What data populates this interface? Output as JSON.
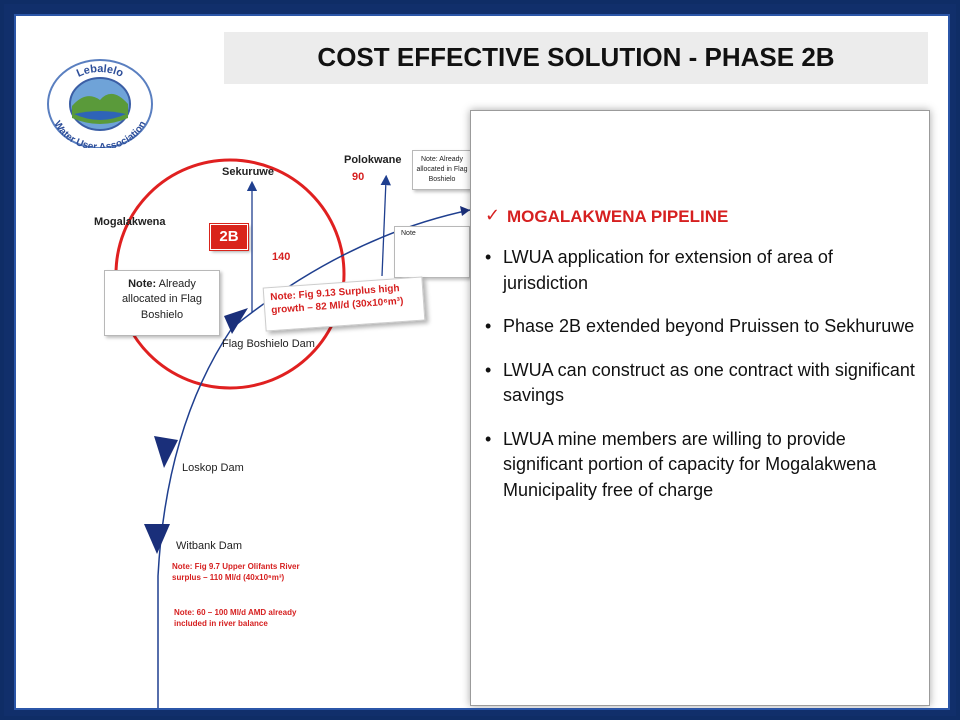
{
  "title": "COST EFFECTIVE SOLUTION - PHASE 2B",
  "logo": {
    "text_top": "Lebalelo",
    "text_bottom": "Water User Association"
  },
  "map": {
    "sekuruwe": "Sekuruwe",
    "mogalakwena": "Mogalakwena",
    "polokwane": "Polokwane",
    "polokwane_value": "90",
    "value_140": "140",
    "tag_2b": "2B",
    "note_flag_label": "Note:",
    "note_flag_text": "Already allocated in Flag Boshielo",
    "note_polokwane": "Note: Already allocated in Flag Boshielo",
    "note_truncated": "Note",
    "surplus_note": "Note: Fig 9.13  Surplus high growth – 82 Ml/d (30x10⁶m³)",
    "flag_dam": "Flag Boshielo Dam",
    "loskop_dam": "Loskop Dam",
    "witbank_dam": "Witbank Dam",
    "note_witbank_1": "Note: Fig 9.7  Upper Olifants River surplus – 110 Ml/d (40x10⁶m³)",
    "note_witbank_2": "Note:  60 – 100 Ml/d AMD already included in river balance"
  },
  "panel": {
    "heading": "MOGALAKWENA PIPELINE",
    "bullets": [
      "LWUA application for extension of area of jurisdiction",
      "Phase 2B extended beyond Pruissen to Sekhuruwe",
      "LWUA can construct as one contract with significant savings",
      "LWUA mine members are willing to provide significant portion of capacity for Mogalakwena Municipality free of charge"
    ]
  },
  "colors": {
    "frame": "#112f6b",
    "accent_red": "#d62020",
    "line_blue": "#1f3f8f"
  }
}
